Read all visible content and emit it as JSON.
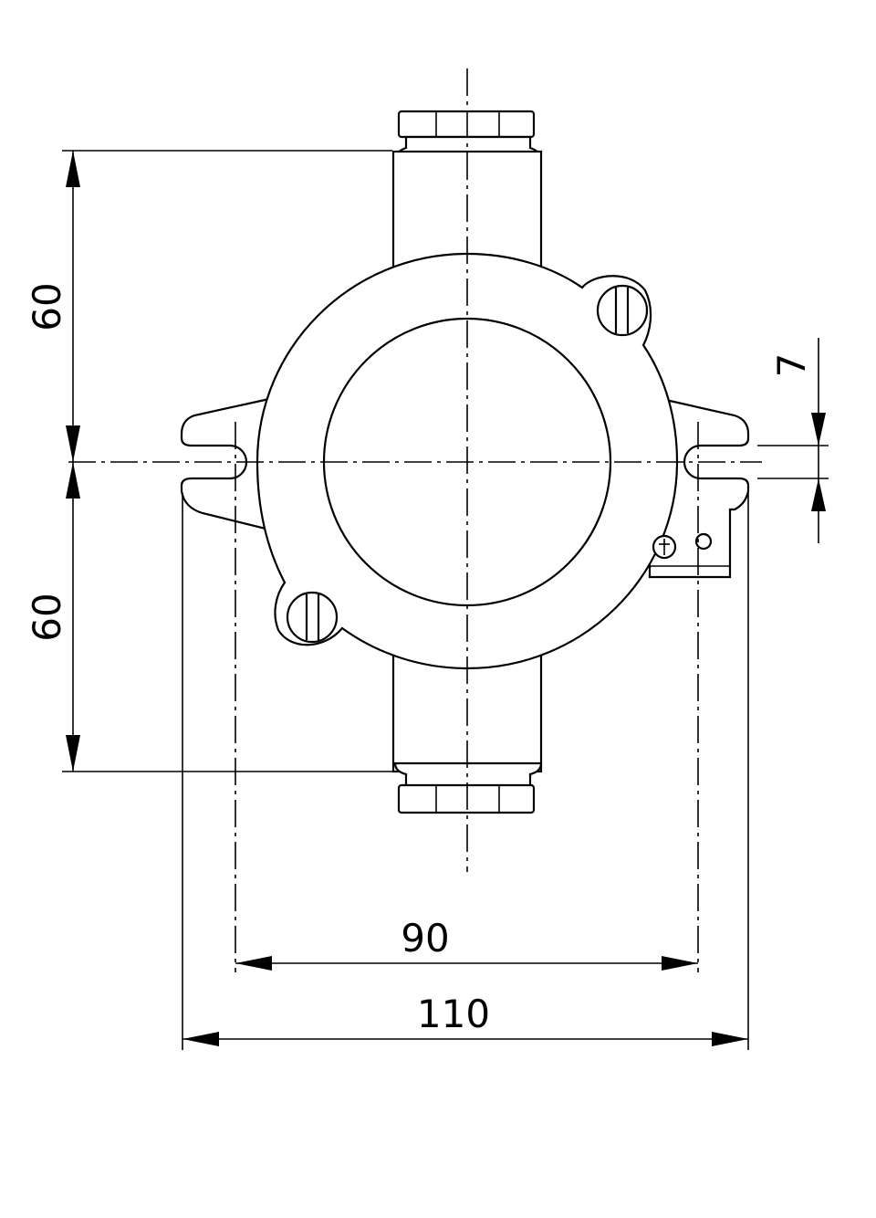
{
  "dimensions": {
    "height_upper": "60",
    "height_lower": "60",
    "slot_width": "7",
    "hole_spacing": "90",
    "overall_width": "110"
  },
  "colors": {
    "line": "#000000",
    "background": "#ffffff"
  }
}
